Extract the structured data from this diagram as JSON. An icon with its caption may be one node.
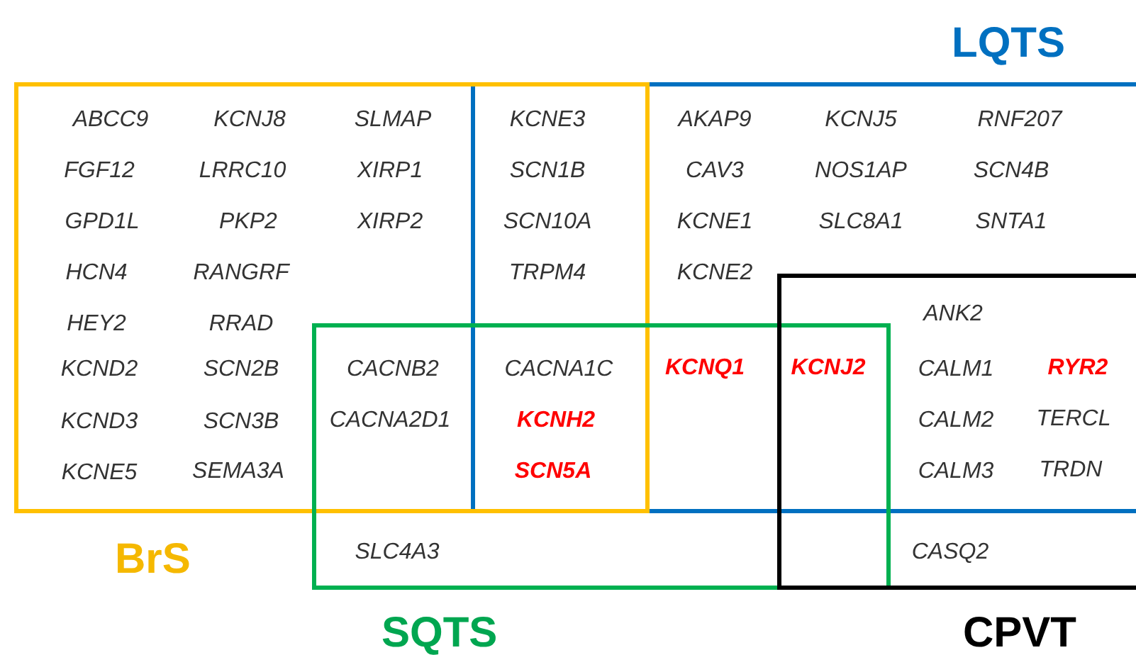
{
  "diagram": {
    "nodes": [
      {
        "text": [
          "LQTS"
        ]
      },
      {
        "text": [
          "BrS"
        ]
      },
      {
        "text": [
          "SQTS"
        ]
      },
      {
        "text": [
          "CPVT"
        ]
      }
    ],
    "labels": [
      "ABCC9",
      "KCNJ8",
      "SLMAP",
      "KCNE3",
      "AKAP9",
      "KCNJ5",
      "RNF207",
      "FGF12",
      "LRRC10",
      "XIRP1",
      "SCN1B",
      "CAV3",
      "NOS1AP",
      "SCN4B",
      "GPD1L",
      "PKP2",
      "XIRP2",
      "SCN10A",
      "KCNE1",
      "SLC8A1",
      "SNTA1",
      "HCN4",
      "RANGRF",
      "TRPM4",
      "KCNE2",
      "ANK2",
      "HEY2",
      "RRAD",
      "KCND2",
      "SCN2B",
      "CACNB2",
      "CACNA1C",
      "KCNQ1",
      "KCNJ2",
      "CALM1",
      "RYR2",
      "KCND3",
      "SCN3B",
      "CACNA2D1",
      "KCNH2",
      "CALM2",
      "TERCL",
      "KCNE5",
      "SEMA3A",
      "SCN5A",
      "CALM3",
      "TRDN",
      "SLC4A3",
      "CASQ2"
    ]
  }
}
